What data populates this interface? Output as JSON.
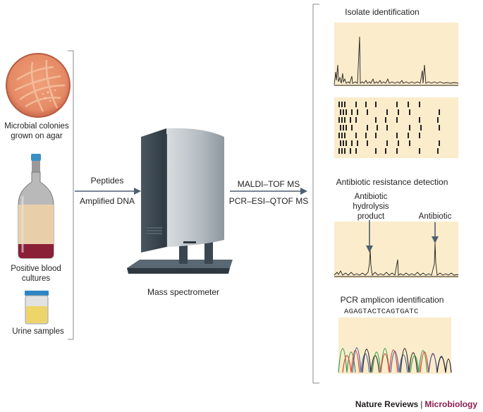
{
  "samples": {
    "agar_label": "Microbial colonies grown on agar",
    "blood_label": "Positive blood cultures",
    "urine_label": "Urine samples"
  },
  "inputs": {
    "peptides": "Peptides",
    "amplified_dna": "Amplified DNA"
  },
  "instrument": {
    "label": "Mass spectrometer"
  },
  "methods": {
    "maldi": "MALDI–TOF MS",
    "pcr_esi": "PCR–ESI–QTOF MS"
  },
  "outputs": {
    "isolate_title": "Isolate identification",
    "resistance_title": "Antibiotic resistance detection",
    "hydrolysis_label": "Antibiotic hydrolysis product",
    "antibiotic_label": "Antibiotic",
    "pcr_title": "PCR amplicon identification",
    "sequence": "AGAGTACTCAGTGATC"
  },
  "credit": {
    "journal": "Nature Reviews",
    "separator": "|",
    "section": "Microbiology"
  },
  "colors": {
    "panel_bg": "#fbeccb",
    "accent": "#8d1b4e",
    "arrow": "#4d5f70",
    "bracket": "#8a8a8a"
  }
}
